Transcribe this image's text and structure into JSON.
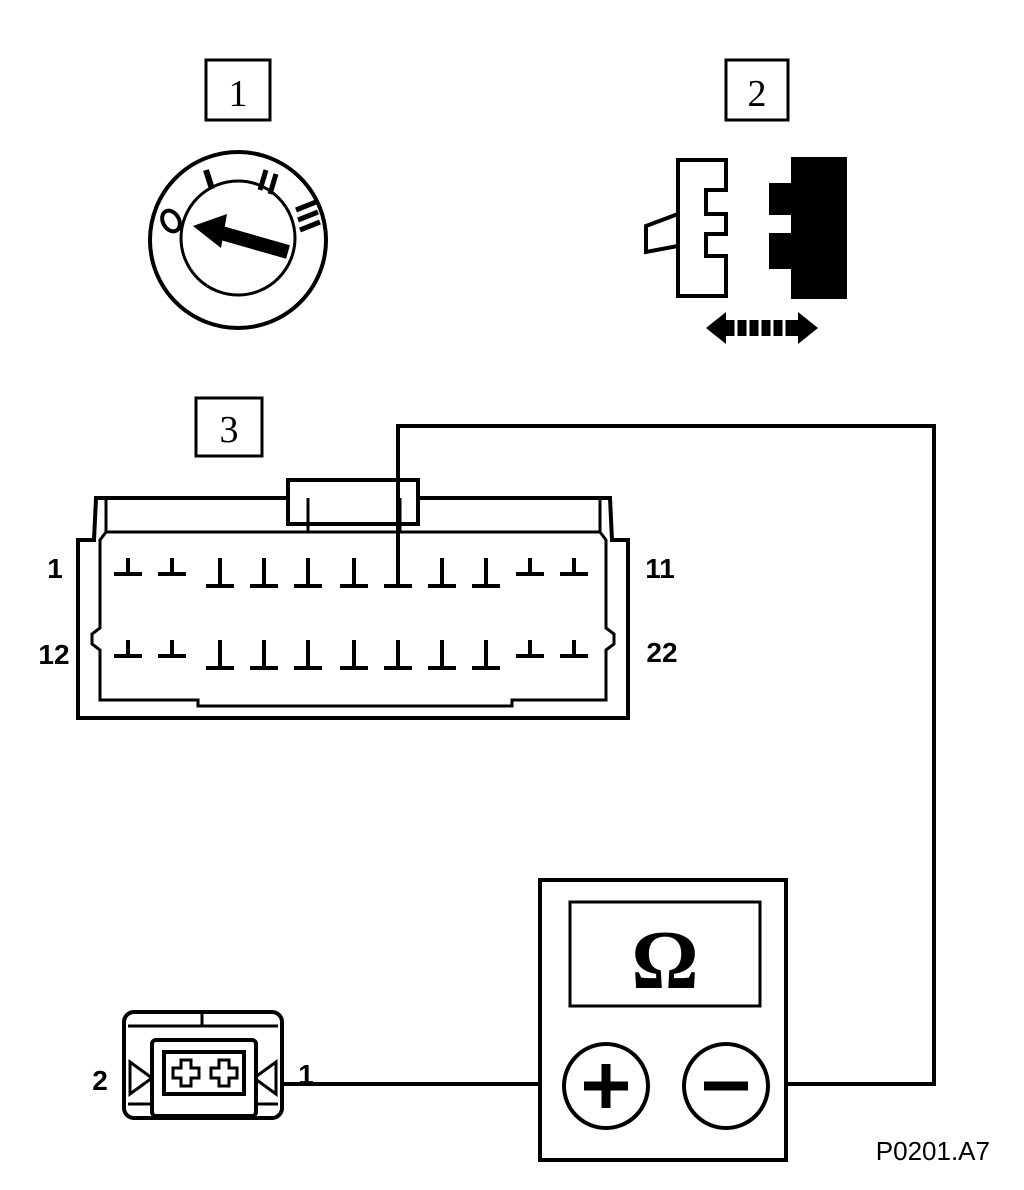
{
  "callouts": {
    "one": "1",
    "two": "2",
    "three": "3"
  },
  "ignition": {
    "positions": [
      "0",
      "I",
      "II",
      "III"
    ]
  },
  "connector": {
    "pin_top_left": "1",
    "pin_top_right": "11",
    "pin_bottom_left": "12",
    "pin_bottom_right": "22"
  },
  "sensor": {
    "pin_left": "2",
    "pin_right": "1"
  },
  "meter": {
    "symbol": "Ω",
    "plus": "+",
    "minus": "−"
  },
  "figure_ref": "P0201.A7",
  "colors": {
    "ink": "#000000",
    "paper": "#ffffff"
  }
}
